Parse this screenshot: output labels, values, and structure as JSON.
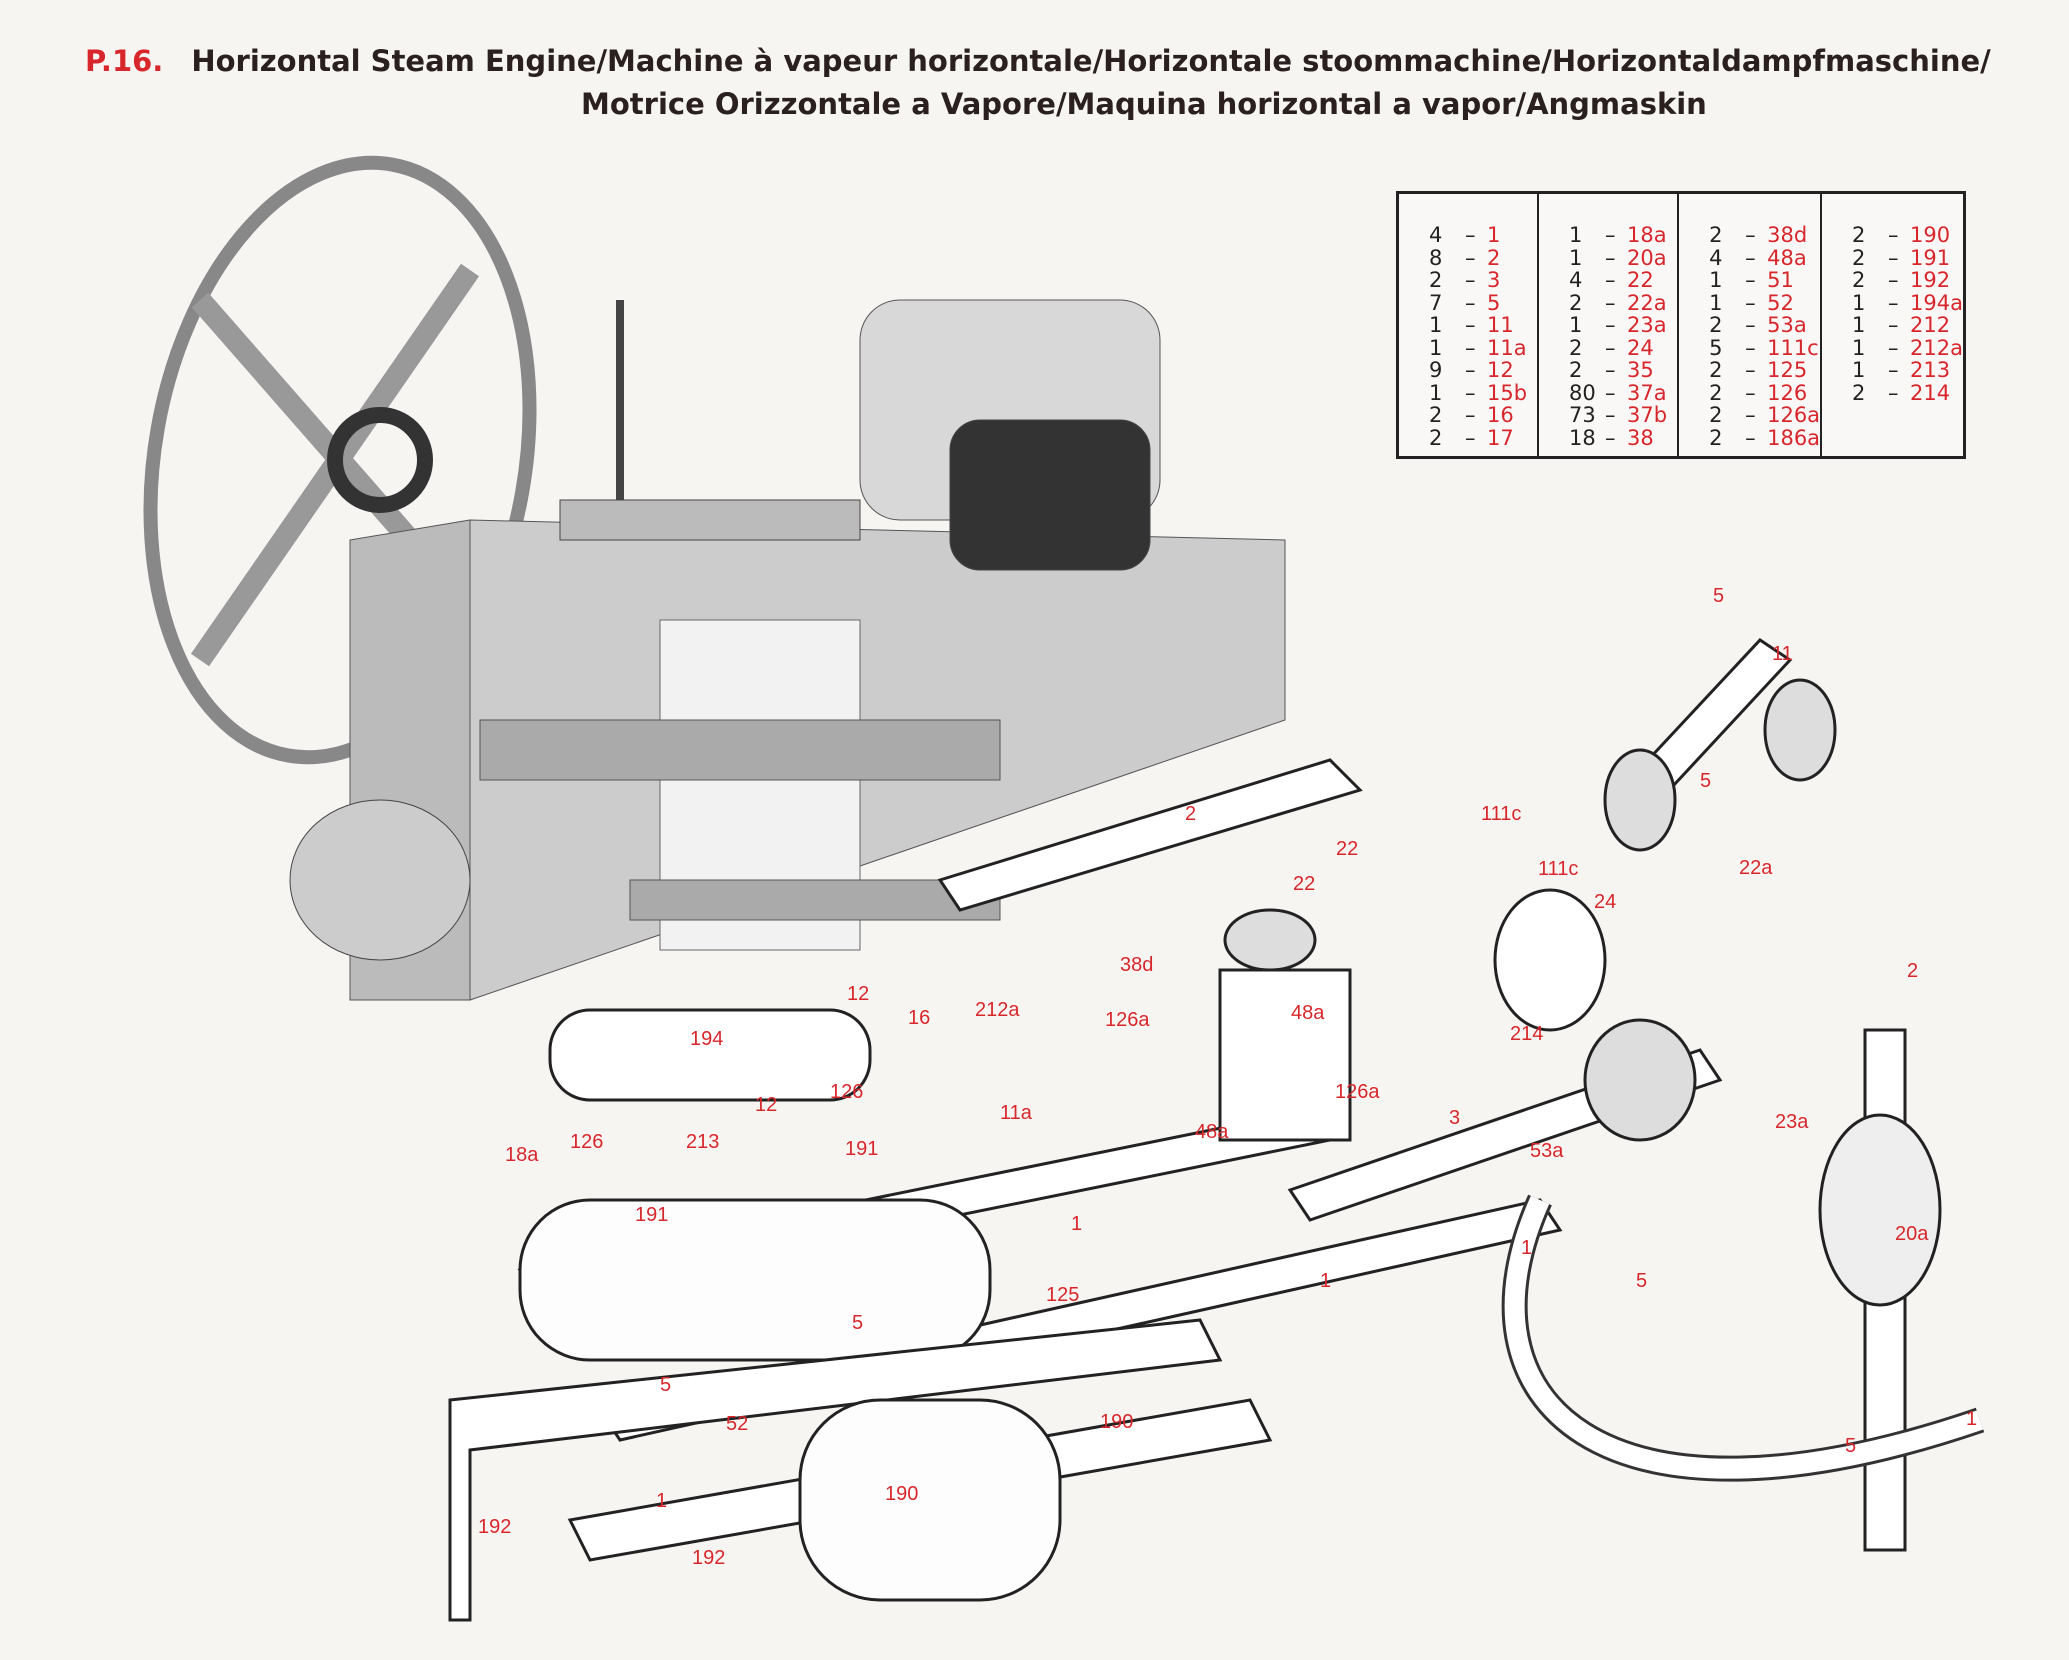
{
  "header": {
    "code": "P.16.",
    "title_line1": "Horizontal Steam Engine/Machine à vapeur horizontale/Horizontale stoommachine/Horizontaldampfmaschine/",
    "title_line2": "Motrice Orizzontale a Vapore/Maquina horizontal a vapor/Angmaskin"
  },
  "parts_list": [
    [
      {
        "q": "4",
        "p": "1"
      },
      {
        "q": "8",
        "p": "2"
      },
      {
        "q": "2",
        "p": "3"
      },
      {
        "q": "7",
        "p": "5"
      },
      {
        "q": "1",
        "p": "11"
      },
      {
        "q": "1",
        "p": "11a"
      },
      {
        "q": "9",
        "p": "12"
      },
      {
        "q": "1",
        "p": "15b"
      },
      {
        "q": "2",
        "p": "16"
      },
      {
        "q": "2",
        "p": "17"
      }
    ],
    [
      {
        "q": "1",
        "p": "18a"
      },
      {
        "q": "1",
        "p": "20a"
      },
      {
        "q": "4",
        "p": "22"
      },
      {
        "q": "2",
        "p": "22a"
      },
      {
        "q": "1",
        "p": "23a"
      },
      {
        "q": "2",
        "p": "24"
      },
      {
        "q": "2",
        "p": "35"
      },
      {
        "q": "80",
        "p": "37a"
      },
      {
        "q": "73",
        "p": "37b"
      },
      {
        "q": "18",
        "p": "38"
      }
    ],
    [
      {
        "q": "2",
        "p": "38d"
      },
      {
        "q": "4",
        "p": "48a"
      },
      {
        "q": "1",
        "p": "51"
      },
      {
        "q": "1",
        "p": "52"
      },
      {
        "q": "2",
        "p": "53a"
      },
      {
        "q": "5",
        "p": "111c"
      },
      {
        "q": "2",
        "p": "125"
      },
      {
        "q": "2",
        "p": "126"
      },
      {
        "q": "2",
        "p": "126a"
      },
      {
        "q": "2",
        "p": "186a"
      }
    ],
    [
      {
        "q": "2",
        "p": "190"
      },
      {
        "q": "2",
        "p": "191"
      },
      {
        "q": "2",
        "p": "192"
      },
      {
        "q": "1",
        "p": "194a"
      },
      {
        "q": "1",
        "p": "212"
      },
      {
        "q": "1",
        "p": "212a"
      },
      {
        "q": "1",
        "p": "213"
      },
      {
        "q": "2",
        "p": "214"
      }
    ]
  ],
  "diagram_labels": [
    "5",
    "11",
    "5",
    "22a",
    "2",
    "111c",
    "22",
    "22",
    "111c",
    "24",
    "38d",
    "48a",
    "126a",
    "214",
    "12",
    "16",
    "212a",
    "194",
    "126",
    "12",
    "11a",
    "18a",
    "126",
    "213",
    "191",
    "126a",
    "48a",
    "3",
    "53a",
    "23a",
    "2",
    "20a",
    "191",
    "1",
    "1",
    "1",
    "5",
    "125",
    "5",
    "5",
    "52",
    "190",
    "190",
    "1",
    "192",
    "192",
    "5",
    "1"
  ],
  "colors": {
    "accent": "#d8272c",
    "ink": "#2a2020"
  }
}
